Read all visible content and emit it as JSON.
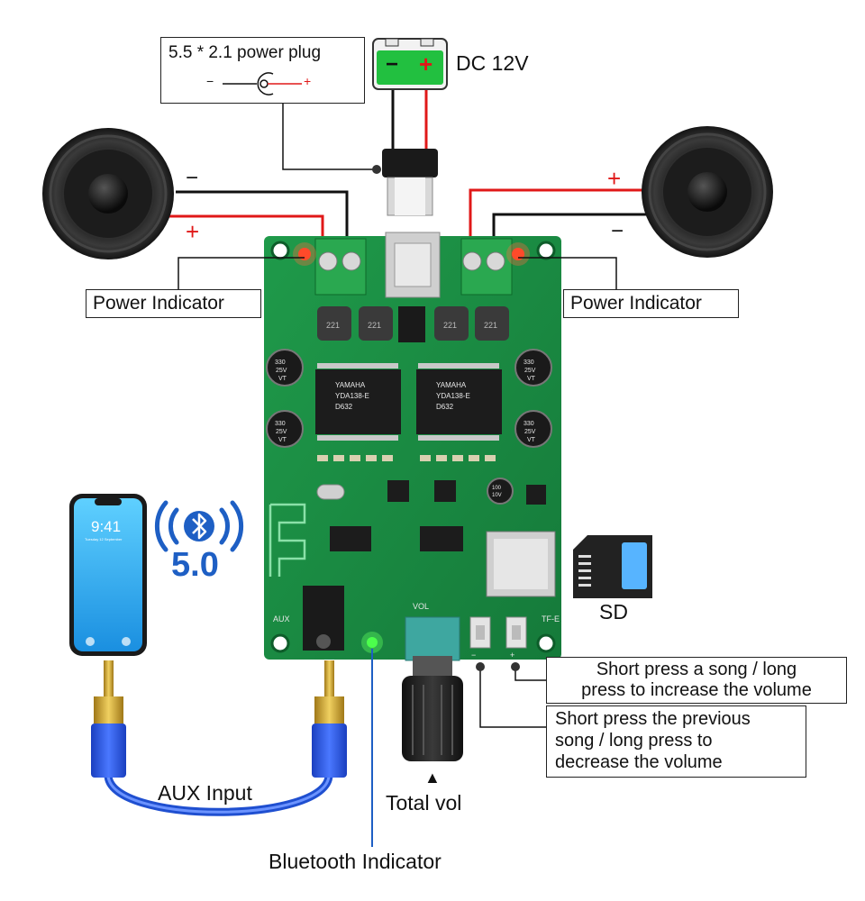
{
  "power_plug": {
    "label": "5.5 * 2.1 power plug",
    "minus": "−",
    "plus": "+"
  },
  "dc": {
    "label": "DC 12V",
    "minus": "−",
    "plus": "+"
  },
  "speaker_left": {
    "minus": "−",
    "plus": "+"
  },
  "speaker_right": {
    "minus": "−",
    "plus": "+"
  },
  "power_indicator_left": "Power Indicator",
  "power_indicator_right": "Power Indicator",
  "phone": {
    "time": "9:41",
    "date": "Tuesday 12 September"
  },
  "bluetooth": {
    "version": "5.0"
  },
  "sd": {
    "label": "SD"
  },
  "board_text": {
    "chip1_line1": "YAMAHA",
    "chip1_line2": "YDA138-E",
    "chip1_line3": "D632",
    "chip2_line1": "YAMAHA",
    "chip2_line2": "YDA138-E",
    "chip2_line3": "D632",
    "inductor": "221",
    "cap_a": "330",
    "cap_b": "25V",
    "cap_c": "VT",
    "cap_small_a": "100",
    "cap_small_b": "10V",
    "aux": "AUX",
    "vol": "VOL",
    "tf": "TF-E",
    "minus": "−",
    "plus": "+"
  },
  "aux_input": {
    "label": "AUX Input"
  },
  "total_vol": {
    "arrow": "▲",
    "label": "Total vol"
  },
  "bluetooth_indicator": "Bluetooth Indicator",
  "next_button_desc": {
    "line1": "Short press a song / long",
    "line2": "press to increase the volume"
  },
  "prev_button_desc": {
    "line1": "Short press the previous",
    "line2": "song / long press to",
    "line3": "decrease the volume"
  }
}
